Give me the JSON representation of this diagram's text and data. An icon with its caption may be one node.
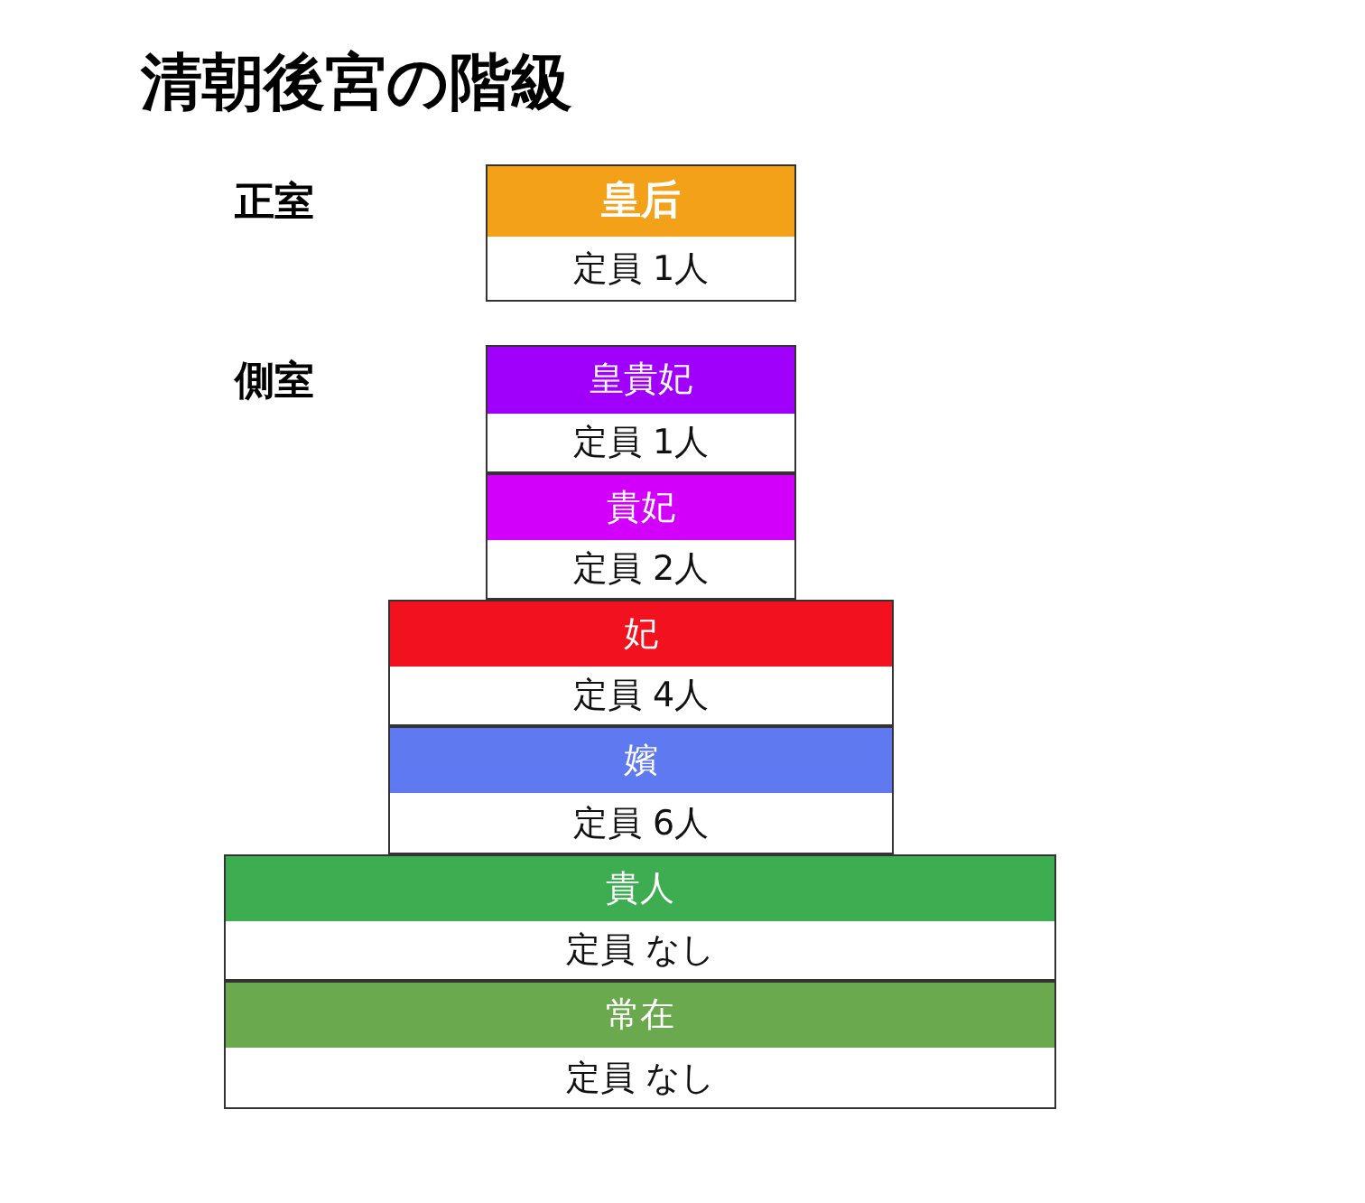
{
  "diagram": {
    "title": "清朝後宮の階級",
    "nodes": [
      {
        "text": [
          "皇后",
          "定員 1人"
        ]
      },
      {
        "text": [
          "皇貴妃",
          "定員 1人"
        ]
      },
      {
        "text": [
          "貴妃",
          "定員 2人"
        ]
      },
      {
        "text": [
          "妃",
          "定員 4人"
        ]
      },
      {
        "text": [
          "嬪",
          "定員 6人"
        ]
      },
      {
        "text": [
          "貴人",
          "定員 なし"
        ]
      },
      {
        "text": [
          "常在",
          "定員 なし"
        ]
      }
    ],
    "labels": [
      "正室",
      "側室"
    ]
  }
}
